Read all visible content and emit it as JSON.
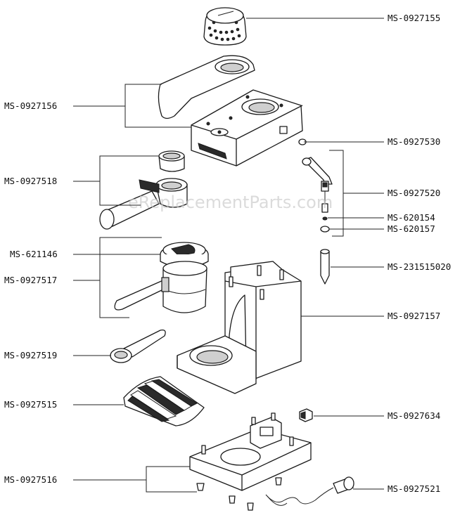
{
  "watermark": "eReplacementParts.com",
  "labels": {
    "l1": "MS-0927155",
    "l2": "MS-0927156",
    "l3": "MS-0927530",
    "l4": "MS-0927518",
    "l5": "MS-0927520",
    "l6": "MS-620154",
    "l7": "MS-620157",
    "l8": "MS-621146",
    "l9": "MS-231515020",
    "l10": "MS-0927517",
    "l11": "MS-0927157",
    "l12": "MS-0927519",
    "l13": "MS-0927515",
    "l14": "MS-0927634",
    "l15": "MS-0927516",
    "l16": "MS-0927521"
  }
}
